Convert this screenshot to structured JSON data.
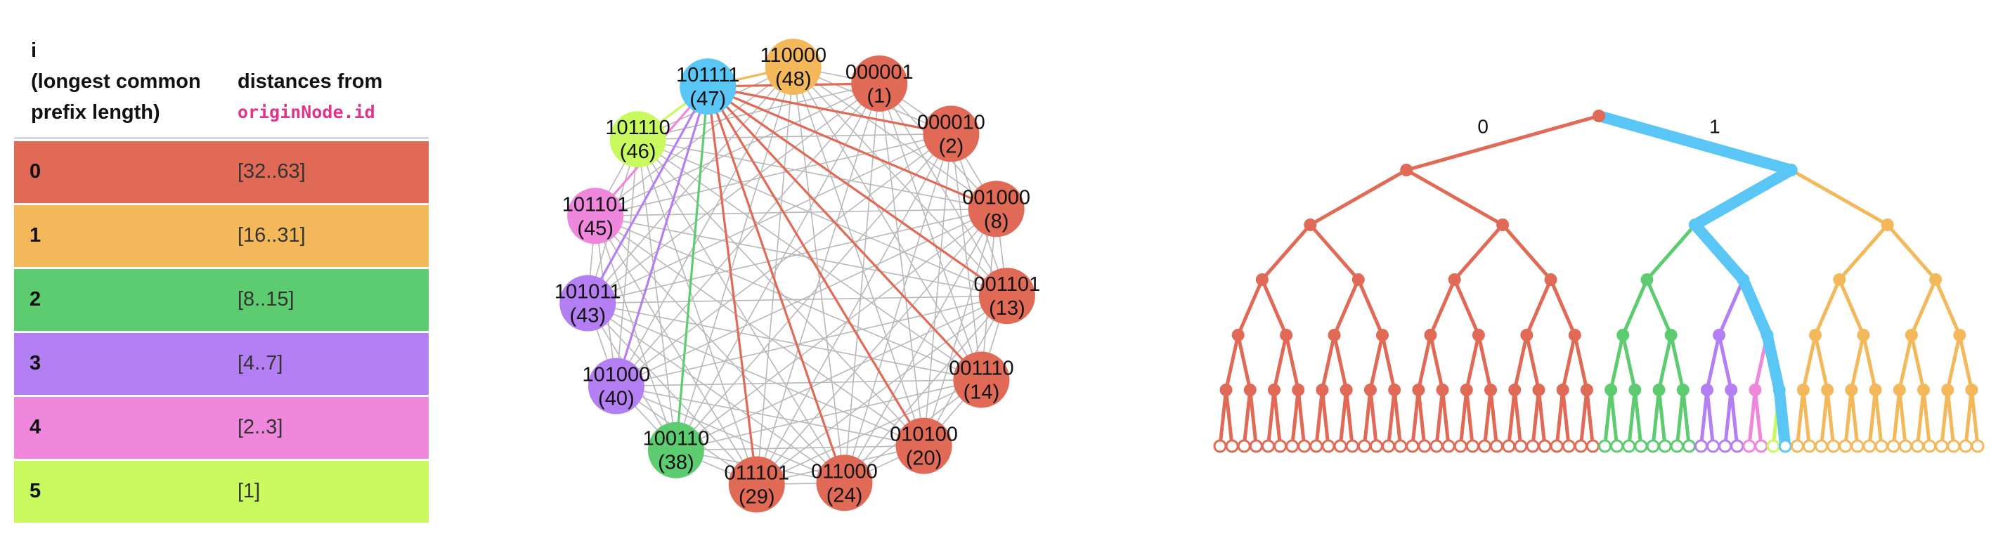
{
  "colors": {
    "red": "#e06a56",
    "orange": "#f3b85a",
    "green": "#5dcc70",
    "purple": "#b37ff2",
    "pink": "#ef87dd",
    "lime": "#c8fa5f",
    "blue": "#5ac6f6",
    "gray": "#b8b8b8"
  },
  "table": {
    "header_i_line1": "i",
    "header_i_line2": "(longest common",
    "header_i_line3": "prefix length)",
    "header_dist_line1": "distances from",
    "header_dist_code": "originNode.id",
    "rows": [
      {
        "i": "0",
        "range": "[32..63]",
        "color": "#e06a56"
      },
      {
        "i": "1",
        "range": "[16..31]",
        "color": "#f3b85a"
      },
      {
        "i": "2",
        "range": "[8..15]",
        "color": "#5dcc70"
      },
      {
        "i": "3",
        "range": "[4..7]",
        "color": "#b37ff2"
      },
      {
        "i": "4",
        "range": "[2..3]",
        "color": "#ef87dd"
      },
      {
        "i": "5",
        "range": "[1]",
        "color": "#c8fa5f"
      }
    ]
  },
  "graph": {
    "origin_index": 0,
    "nodes": [
      {
        "bits": "101111",
        "num": "(47)",
        "color": "#5ac6f6"
      },
      {
        "bits": "110000",
        "num": "(48)",
        "color": "#f3b85a"
      },
      {
        "bits": "000001",
        "num": "(1)",
        "color": "#e06a56"
      },
      {
        "bits": "000010",
        "num": "(2)",
        "color": "#e06a56"
      },
      {
        "bits": "001000",
        "num": "(8)",
        "color": "#e06a56"
      },
      {
        "bits": "001101",
        "num": "(13)",
        "color": "#e06a56"
      },
      {
        "bits": "001110",
        "num": "(14)",
        "color": "#e06a56"
      },
      {
        "bits": "010100",
        "num": "(20)",
        "color": "#e06a56"
      },
      {
        "bits": "011000",
        "num": "(24)",
        "color": "#e06a56"
      },
      {
        "bits": "011101",
        "num": "(29)",
        "color": "#e06a56"
      },
      {
        "bits": "100110",
        "num": "(38)",
        "color": "#5dcc70"
      },
      {
        "bits": "101000",
        "num": "(40)",
        "color": "#b37ff2"
      },
      {
        "bits": "101011",
        "num": "(43)",
        "color": "#b37ff2"
      },
      {
        "bits": "101101",
        "num": "(45)",
        "color": "#ef87dd"
      },
      {
        "bits": "101110",
        "num": "(46)",
        "color": "#c8fa5f"
      }
    ]
  },
  "tree": {
    "depth": 6,
    "root_left_label": "0",
    "root_right_label": "1",
    "origin_leaf": 47,
    "path_color": "#5ac6f6"
  }
}
